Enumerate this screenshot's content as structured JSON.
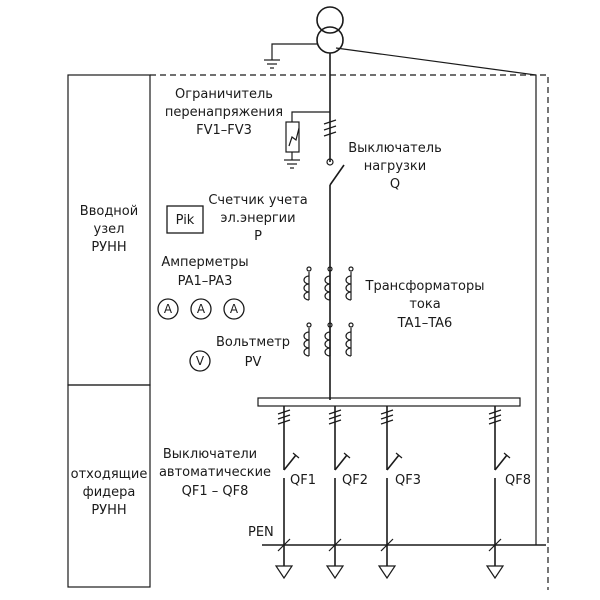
{
  "sections": {
    "input_node": [
      "Вводной",
      "узел",
      "РУНН"
    ],
    "outgoing_feeders": [
      "отходящие",
      "фидера",
      "РУНН"
    ]
  },
  "labels": {
    "surge_limiter": [
      "Ограничитель",
      "перенапряжения",
      "FV1–FV3"
    ],
    "load_switch": [
      "Выключатель",
      "нагрузки",
      "Q"
    ],
    "energy_meter": [
      "Счетчик учета",
      "эл.энергии",
      "P"
    ],
    "energy_meter_symbol": "Pik",
    "ammeters": [
      "Амперметры",
      "PA1–PA3"
    ],
    "ammeter_symbol": "A",
    "current_transformers": [
      "Трансформаторы",
      "тока",
      "TA1–TA6"
    ],
    "voltmeter": [
      "Вольтметр",
      "PV"
    ],
    "voltmeter_symbol": "V",
    "breakers": [
      "Выключатели",
      "автоматические",
      "QF1 – QF8"
    ],
    "pen": "PEN"
  },
  "feeders": [
    "QF1",
    "QF2",
    "QF3",
    "QF8"
  ]
}
